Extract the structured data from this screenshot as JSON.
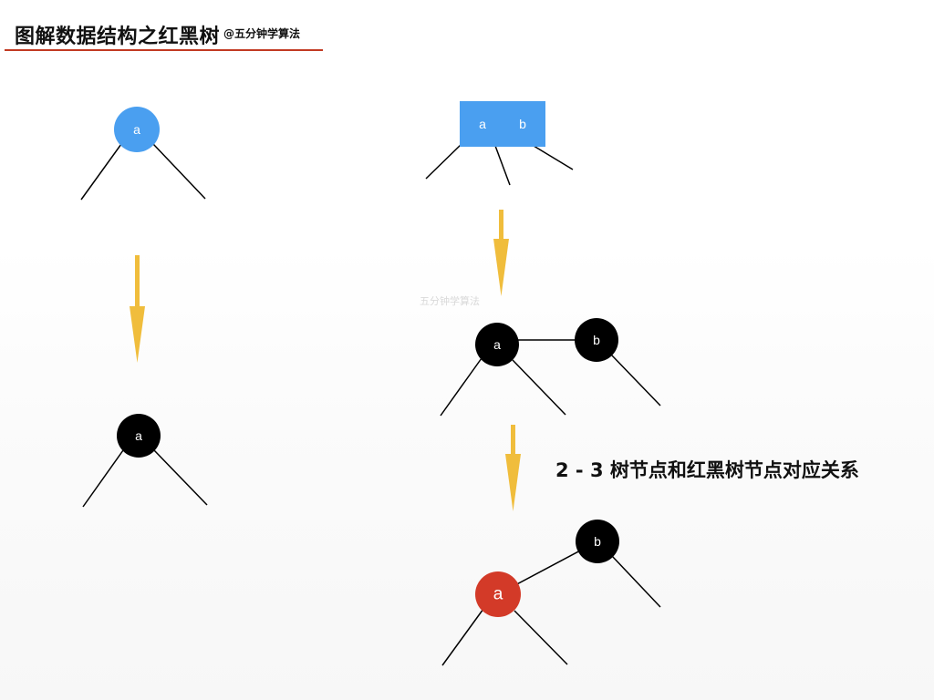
{
  "header": {
    "title": "图解数据结构之红黑树",
    "subtitle": "@五分钟学算法"
  },
  "watermark": "五分钟学算法",
  "caption": "2 - 3 树节点和红黑树节点对应关系",
  "colors": {
    "blue_node": "#4a9ff0",
    "black_node": "#000000",
    "red_node": "#d33a28",
    "arrow": "#f0bd3c",
    "header_rule": "#c23a22"
  },
  "nodes": {
    "two_node_a": "a",
    "three_node_a": "a",
    "three_node_b": "b",
    "black_single_a": "a",
    "black_pair_a": "a",
    "black_pair_b": "b",
    "red_a": "a",
    "black_b_final": "b"
  }
}
